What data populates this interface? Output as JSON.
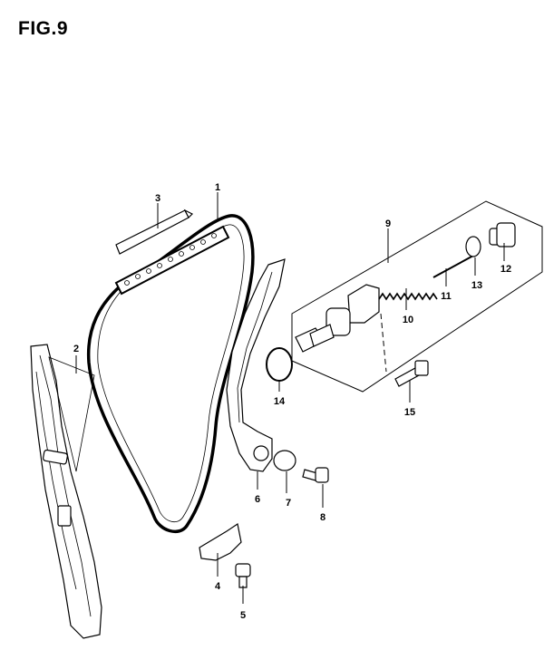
{
  "figure": {
    "title": "FIG.9"
  },
  "callouts": [
    {
      "id": "1",
      "name": "callout-1"
    },
    {
      "id": "2",
      "name": "callout-2"
    },
    {
      "id": "3",
      "name": "callout-3"
    },
    {
      "id": "4",
      "name": "callout-4"
    },
    {
      "id": "5",
      "name": "callout-5"
    },
    {
      "id": "6",
      "name": "callout-6"
    },
    {
      "id": "7",
      "name": "callout-7"
    },
    {
      "id": "8",
      "name": "callout-8"
    },
    {
      "id": "9",
      "name": "callout-9"
    },
    {
      "id": "10",
      "name": "callout-10"
    },
    {
      "id": "11",
      "name": "callout-11"
    },
    {
      "id": "12",
      "name": "callout-12"
    },
    {
      "id": "13",
      "name": "callout-13"
    },
    {
      "id": "14",
      "name": "callout-14"
    },
    {
      "id": "15",
      "name": "callout-15"
    }
  ]
}
